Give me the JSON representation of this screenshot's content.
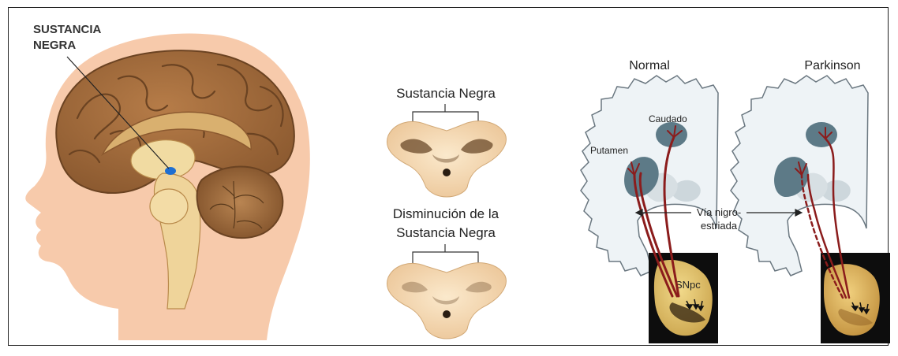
{
  "panel_head": {
    "label_line1": "SUSTANCIA",
    "label_line2": "NEGRA",
    "colors": {
      "skin": "#f7caab",
      "brain": "#a06a3d",
      "brain_dark": "#6b4322",
      "marker": "#1f6fd1"
    }
  },
  "panel_sections": {
    "top_title": "Sustancia Negra",
    "bottom_title_line1": "Disminución de la",
    "bottom_title_line2": "Sustancia Negra"
  },
  "panel_pathway": {
    "title_normal": "Normal",
    "title_parkinson": "Parkinson",
    "label_caudado": "Caudado",
    "label_putamen": "Putamen",
    "label_via_line1": "Vía nigro-",
    "label_via_line2": "estriada",
    "label_snpc": "SNpc",
    "colors": {
      "pathway": "#8b1c1c",
      "nuclei": "#5d7a87",
      "brain_fill": "#eef3f6"
    }
  }
}
